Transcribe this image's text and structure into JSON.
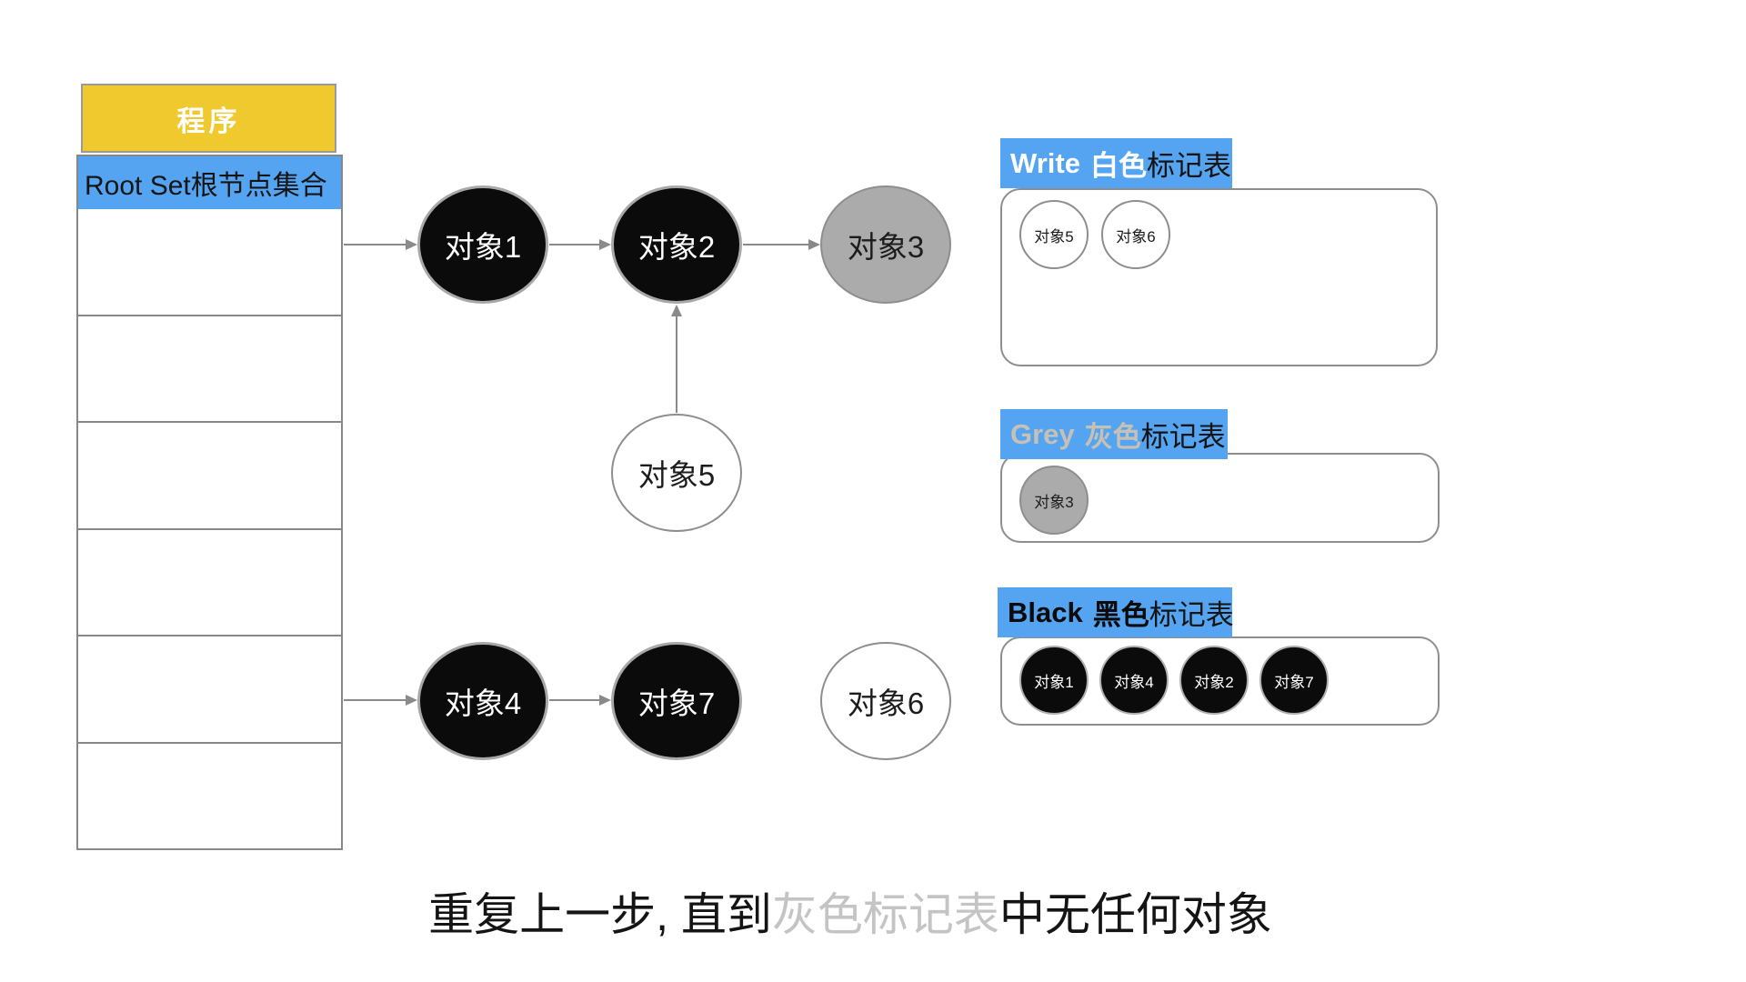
{
  "program_table": {
    "header_label": "程序",
    "root_set_label": "Root Set根节点集合",
    "empty_row_count": 6
  },
  "nodes": {
    "obj1": {
      "label": "对象1",
      "state": "black"
    },
    "obj2": {
      "label": "对象2",
      "state": "black"
    },
    "obj3": {
      "label": "对象3",
      "state": "grey"
    },
    "obj4": {
      "label": "对象4",
      "state": "black"
    },
    "obj5": {
      "label": "对象5",
      "state": "white"
    },
    "obj6": {
      "label": "对象6",
      "state": "white"
    },
    "obj7": {
      "label": "对象7",
      "state": "black"
    }
  },
  "edges": [
    {
      "from": "root-set",
      "to": "obj1"
    },
    {
      "from": "obj1",
      "to": "obj2"
    },
    {
      "from": "obj2",
      "to": "obj3"
    },
    {
      "from": "obj5",
      "to": "obj2"
    },
    {
      "from": "root-set",
      "to": "obj4"
    },
    {
      "from": "obj4",
      "to": "obj7"
    }
  ],
  "panels": {
    "white": {
      "title_en": "Write",
      "title_color_word": "白色",
      "title_suffix": "标记表",
      "items": [
        {
          "label": "对象5"
        },
        {
          "label": "对象6"
        }
      ]
    },
    "grey": {
      "title_en": "Grey",
      "title_color_word": "灰色",
      "title_suffix": "标记表",
      "items": [
        {
          "label": "对象3"
        }
      ]
    },
    "black": {
      "title_en": "Black",
      "title_color_word": "黑色",
      "title_suffix": "标记表",
      "items": [
        {
          "label": "对象1"
        },
        {
          "label": "对象4"
        },
        {
          "label": "对象2"
        },
        {
          "label": "对象7"
        }
      ]
    }
  },
  "caption": {
    "part1": "重复上一步, 直到",
    "highlight": "灰色标记表",
    "part2": "中无任何对象"
  },
  "colors": {
    "accent_blue": "#55A4F1",
    "accent_yellow": "#F0C92F",
    "node_black": "#0B0B0B",
    "node_grey": "#ABABAB",
    "node_white": "#FFFFFF",
    "grey_label_text": "#C6C0B6",
    "caption_grey": "#C4C4C4",
    "arrow_grey": "#8A8A8A"
  }
}
